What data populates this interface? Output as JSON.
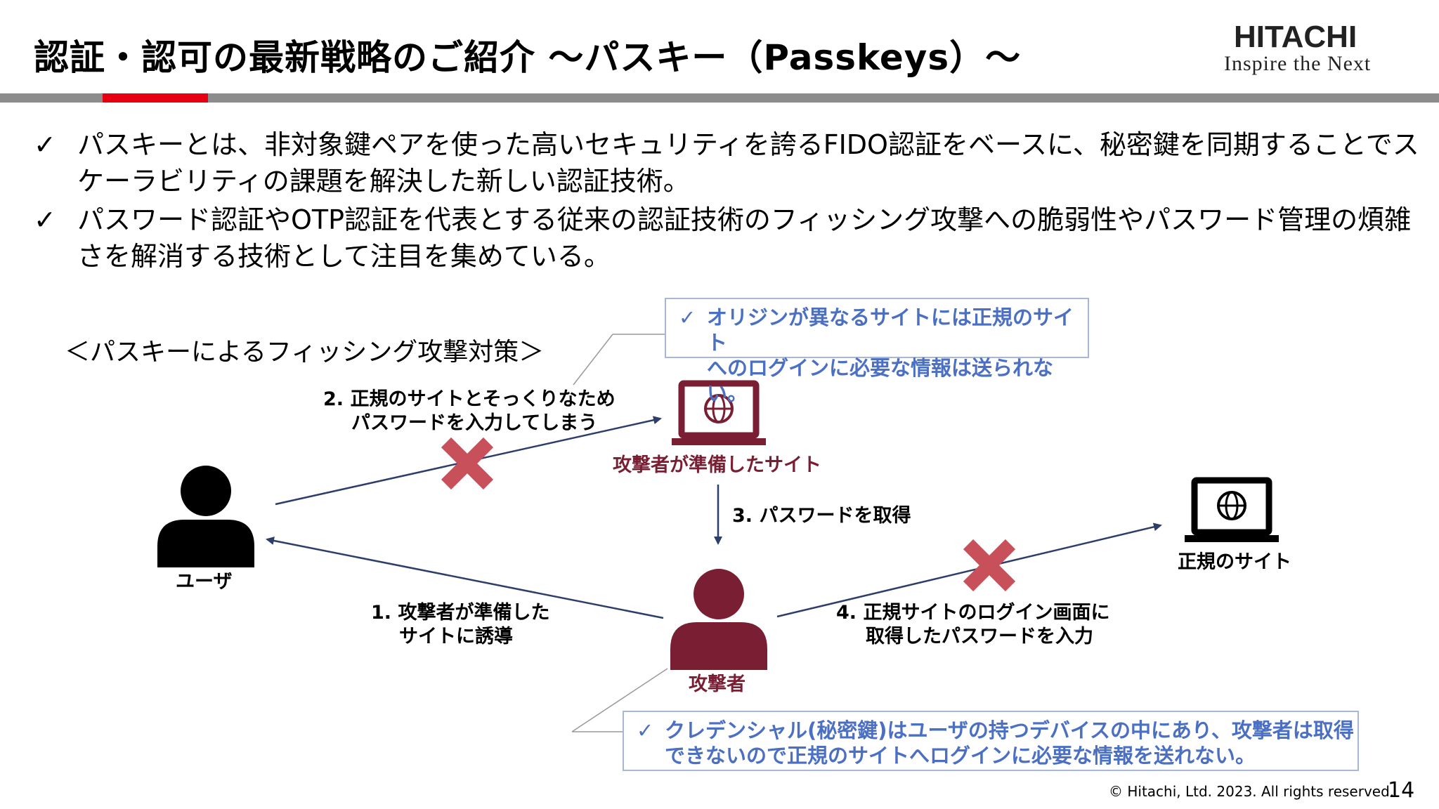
{
  "header": {
    "title": "認証・認可の最新戦略のご紹介 ～パスキー（Passkeys）～",
    "logo_main": "HITACHI",
    "logo_sub": "Inspire the Next"
  },
  "bullets": [
    {
      "check": "✓",
      "text": "パスキーとは、非対象鍵ペアを使った高いセキュリティを誇るFIDO認証をベースに、秘密鍵を同期することでスケーラビリティの課題を解決した新しい認証技術。"
    },
    {
      "check": "✓",
      "text": "パスワード認証やOTP認証を代表とする従来の認証技術のフィッシング攻撃への脆弱性やパスワード管理の煩雑さを解消する技術として注目を集めている。"
    }
  ],
  "diagram": {
    "caption": "＜パスキーによるフィッシング攻撃対策＞",
    "note_top": {
      "check": "✓",
      "line1": "オリジンが異なるサイトには正規のサイト",
      "line2": "へのログインに必要な情報は送られない。"
    },
    "note_bottom": {
      "check": "✓",
      "line1": "クレデンシャル(秘密鍵)はユーザの持つデバイスの中にあり、攻撃者は取得",
      "line2": "できないので正規のサイトへログインに必要な情報を送れない。"
    },
    "nodes": {
      "user": "ユーザ",
      "fake_site": "攻撃者が準備したサイト",
      "attacker": "攻撃者",
      "legit_site": "正規のサイト"
    },
    "steps": {
      "s1_line1": "1.  攻撃者が準備した",
      "s1_line2": "サイトに誘導",
      "s2_line1": "2.  正規のサイトとそっくりなため",
      "s2_line2": "パスワードを入力してしまう",
      "s3": "3.  パスワードを取得",
      "s4_line1": "4.  正規サイトのログイン画面に",
      "s4_line2": "取得したパスワードを入力"
    },
    "colors": {
      "maroon": "#7a1f33",
      "arrow": "#2d3e6b",
      "cross": "#c8505a",
      "note_text": "#4a6fc3"
    }
  },
  "footer": {
    "copyright": "© Hitachi, Ltd. 2023. All rights reserved.",
    "page": "14"
  }
}
